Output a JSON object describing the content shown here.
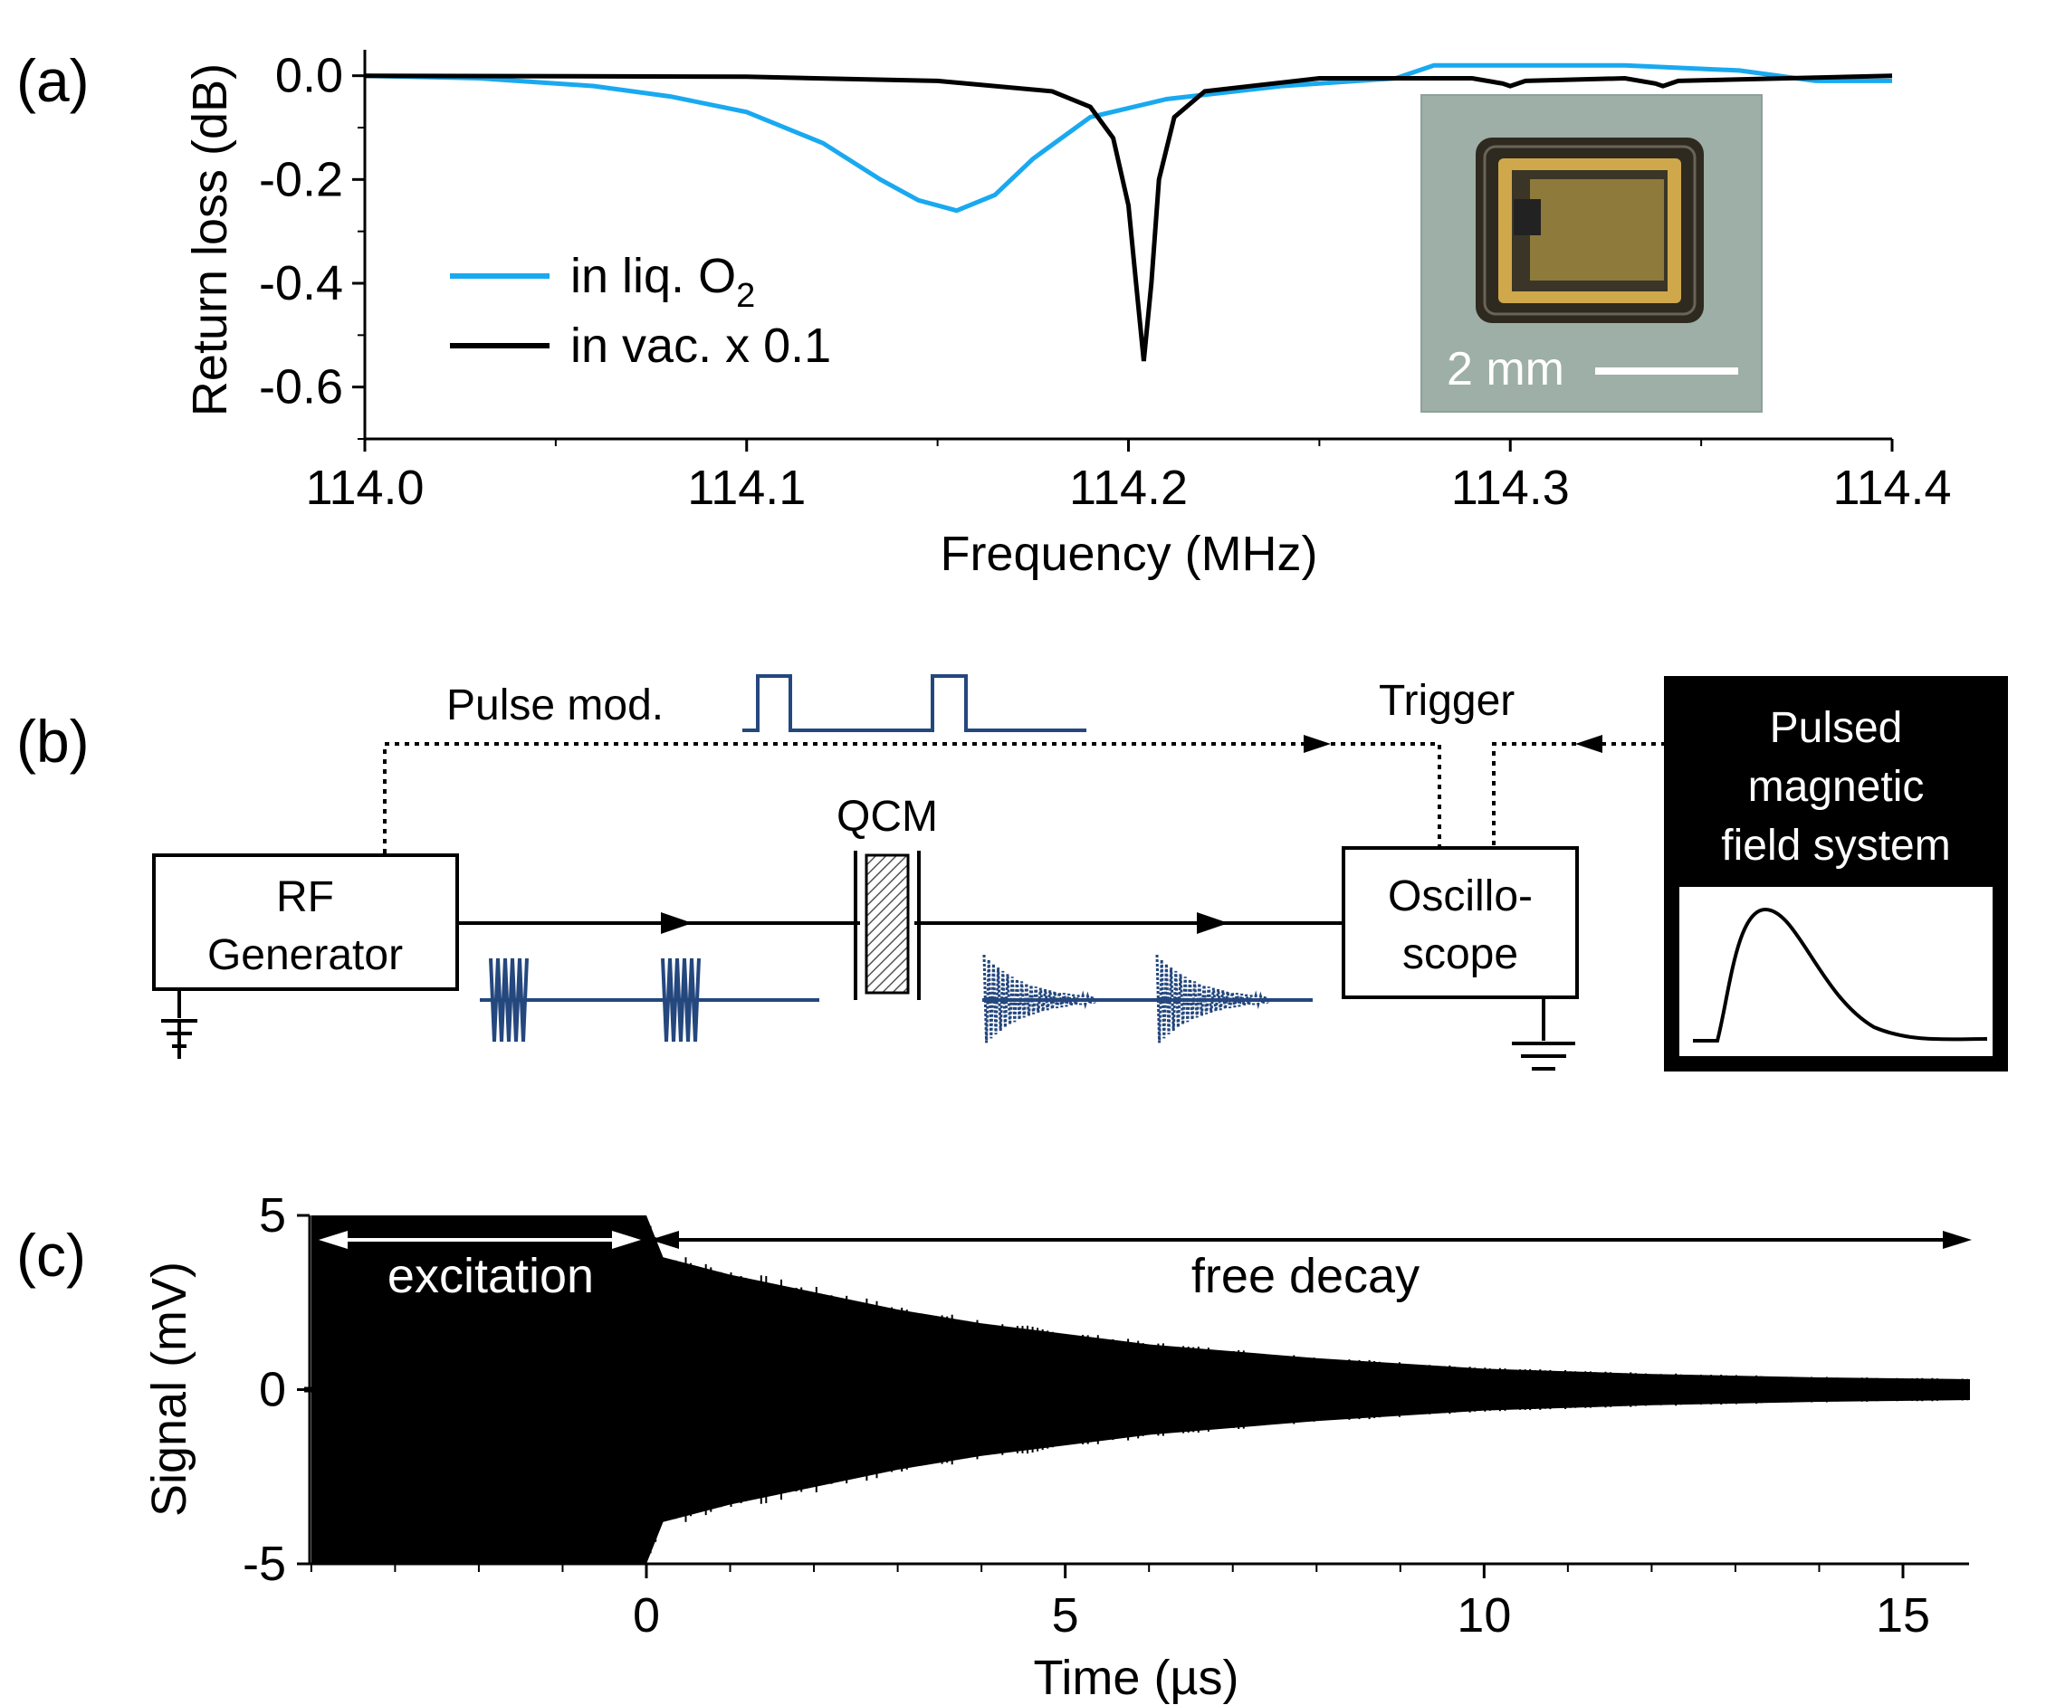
{
  "colors": {
    "blue": "#19A9F0",
    "black": "#000000",
    "navy": "#24477E"
  },
  "panel_a": {
    "label": "(a)",
    "inset": {
      "scale_text": "2 mm"
    },
    "legend": [
      {
        "text": "in liq. O",
        "sub": "2",
        "color": "#19A9F0"
      },
      {
        "text": "in vac. x 0.1",
        "sub": "",
        "color": "#000000"
      }
    ]
  },
  "panel_b": {
    "label": "(b)",
    "pulse_mod": "Pulse mod.",
    "trigger": "Trigger",
    "qcm": "QCM",
    "rf": [
      "RF",
      "Generator"
    ],
    "osc": [
      "Oscillo-",
      "scope"
    ],
    "field": [
      "Pulsed",
      "magnetic",
      "field system"
    ]
  },
  "panel_c": {
    "label": "(c)",
    "excitation": "excitation",
    "free_decay": "free decay"
  },
  "chart_data": [
    {
      "type": "line",
      "xlabel": "Frequency (MHz)",
      "ylabel": "Return loss (dB)",
      "xlim": [
        114.0,
        114.4
      ],
      "ylim": [
        -0.7,
        0.05
      ],
      "xticks": [
        114.0,
        114.1,
        114.2,
        114.3,
        114.4
      ],
      "xtick_labels": [
        "114.0",
        "114.1",
        "114.2",
        "114.3",
        "114.4"
      ],
      "yticks": [
        0.0,
        -0.2,
        -0.4,
        -0.6
      ],
      "ytick_labels": [
        "0.0",
        "-0.2",
        "-0.4",
        "-0.6"
      ],
      "legend_position": "left",
      "series": [
        {
          "name": "in liq. O2",
          "color": "#19A9F0",
          "x": [
            114.0,
            114.03,
            114.06,
            114.08,
            114.1,
            114.12,
            114.135,
            114.145,
            114.155,
            114.165,
            114.175,
            114.19,
            114.21,
            114.24,
            114.27,
            114.28,
            114.3,
            114.33,
            114.36,
            114.38,
            114.4
          ],
          "y": [
            0.0,
            -0.005,
            -0.02,
            -0.04,
            -0.07,
            -0.13,
            -0.2,
            -0.24,
            -0.26,
            -0.23,
            -0.16,
            -0.08,
            -0.045,
            -0.02,
            -0.005,
            0.02,
            0.02,
            0.02,
            0.01,
            -0.01,
            -0.01
          ]
        },
        {
          "name": "in vac. x 0.1",
          "color": "#000000",
          "x": [
            114.0,
            114.1,
            114.15,
            114.18,
            114.19,
            114.196,
            114.2,
            114.202,
            114.204,
            114.206,
            114.208,
            114.212,
            114.22,
            114.25,
            114.29,
            114.298,
            114.3,
            114.304,
            114.33,
            114.338,
            114.34,
            114.344,
            114.4
          ],
          "y": [
            0.0,
            -0.002,
            -0.01,
            -0.03,
            -0.06,
            -0.12,
            -0.25,
            -0.4,
            -0.55,
            -0.4,
            -0.2,
            -0.08,
            -0.03,
            -0.005,
            -0.005,
            -0.015,
            -0.02,
            -0.01,
            -0.005,
            -0.015,
            -0.02,
            -0.01,
            0.0
          ]
        }
      ]
    },
    {
      "type": "line",
      "xlabel": "Time (µs)",
      "ylabel": "Signal (mV)",
      "xlim": [
        -4,
        16
      ],
      "ylim": [
        -5,
        5
      ],
      "xticks": [
        0,
        5,
        10,
        15
      ],
      "xtick_labels": [
        "0",
        "5",
        "10",
        "15"
      ],
      "yticks": [
        5,
        0,
        -5
      ],
      "ytick_labels": [
        "5",
        "0",
        "-5"
      ],
      "series": [
        {
          "name": "",
          "color": "#000000",
          "x": [
            -4,
            0,
            0.2,
            1,
            2,
            3,
            4,
            5,
            6,
            8,
            10,
            12,
            14,
            15.8
          ],
          "y": [
            5,
            5,
            3.8,
            3.3,
            2.8,
            2.3,
            1.9,
            1.6,
            1.3,
            0.9,
            0.6,
            0.45,
            0.35,
            0.3
          ]
        }
      ]
    }
  ]
}
